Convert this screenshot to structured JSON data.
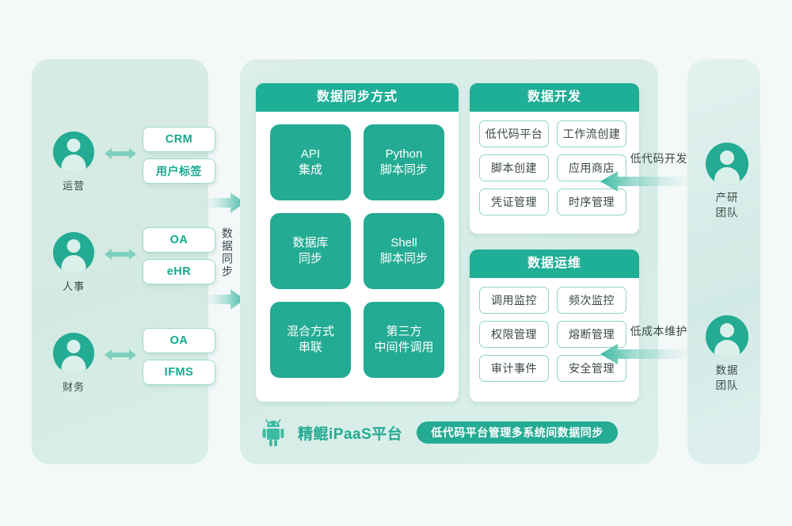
{
  "theme": {
    "page_bg": "#f4f8f9",
    "panel_bg": "#d5ebe4",
    "accent_teal": "#23ab93",
    "header_teal": "#1fae96",
    "border_teal": "#8fd4c5",
    "text_dark": "#3a4746"
  },
  "left_panel": {
    "rows": [
      {
        "role": "运营",
        "avatar_icon": "person-icon",
        "link_icon": "double-arrow-icon",
        "systems": [
          "CRM",
          "用户标签"
        ]
      },
      {
        "role": "人事",
        "avatar_icon": "person-icon",
        "link_icon": "double-arrow-icon",
        "systems": [
          "OA",
          "eHR"
        ]
      },
      {
        "role": "财务",
        "avatar_icon": "person-icon",
        "link_icon": "double-arrow-icon",
        "systems": [
          "OA",
          "IFMS"
        ]
      }
    ]
  },
  "sync_band": {
    "label": "数据同步",
    "arrow_icon": "right-arrow-icon",
    "arrow_count": 2
  },
  "center": {
    "sync_card": {
      "title": "数据同步方式",
      "tiles": [
        {
          "line1": "API",
          "line2": "集成"
        },
        {
          "line1": "Python",
          "line2": "脚本同步"
        },
        {
          "line1": "数据库",
          "line2": "同步"
        },
        {
          "line1": "Shell",
          "line2": "脚本同步"
        },
        {
          "line1": "混合方式",
          "line2": "串联"
        },
        {
          "line1": "第三方",
          "line2": "中间件调用"
        }
      ]
    },
    "dev_card": {
      "title": "数据开发",
      "items": [
        "低代码平台",
        "工作流创建",
        "脚本创建",
        "应用商店",
        "凭证管理",
        "时序管理"
      ]
    },
    "ops_card": {
      "title": "数据运维",
      "items": [
        "调用监控",
        "频次监控",
        "权限管理",
        "熔断管理",
        "审计事件",
        "安全管理"
      ]
    },
    "brand": {
      "logo_icon": "android-robot-icon",
      "name": "精鲲iPaaS平台",
      "tagline": "低代码平台管理多系统间数据同步"
    }
  },
  "right_panel": {
    "teams": [
      {
        "caption": "低代码开发",
        "arrow_icon": "left-arrow-icon",
        "avatar_icon": "person-icon",
        "label_line1": "产研",
        "label_line2": "团队"
      },
      {
        "caption": "低成本维护",
        "arrow_icon": "left-arrow-icon",
        "avatar_icon": "person-icon",
        "label_line1": "数据",
        "label_line2": "团队"
      }
    ]
  }
}
